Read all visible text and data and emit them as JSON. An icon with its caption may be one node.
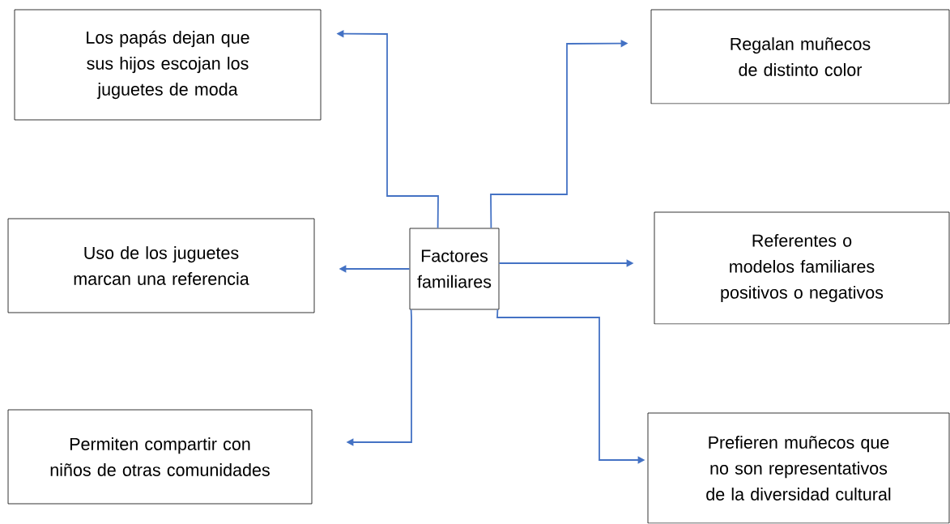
{
  "diagram": {
    "nodes": [
      {
        "text": [
          "Factores familiares"
        ]
      },
      {
        "text": [
          "Los papás dejan que sus hijos escojan los juguetes de moda"
        ]
      },
      {
        "text": [
          "Regalan muñecos de distinto color"
        ]
      },
      {
        "text": [
          "Uso de los juguetes marcan una referencia"
        ]
      },
      {
        "text": [
          "Referentes o modelos familiares positivos o negativos"
        ]
      },
      {
        "text": [
          "Permiten compartir con niños de otras comunidades"
        ]
      },
      {
        "text": [
          "Prefieren muñecos que no son representativos de la diversidad cultural"
        ]
      }
    ],
    "edges": [
      {
        "from": 0,
        "to": 1,
        "arrow": "to"
      },
      {
        "from": 0,
        "to": 2,
        "arrow": "to"
      },
      {
        "from": 0,
        "to": 3,
        "arrow": "to"
      },
      {
        "from": 0,
        "to": 4,
        "arrow": "to"
      },
      {
        "from": 0,
        "to": 5,
        "arrow": "to"
      },
      {
        "from": 0,
        "to": 6,
        "arrow": "to"
      }
    ]
  }
}
